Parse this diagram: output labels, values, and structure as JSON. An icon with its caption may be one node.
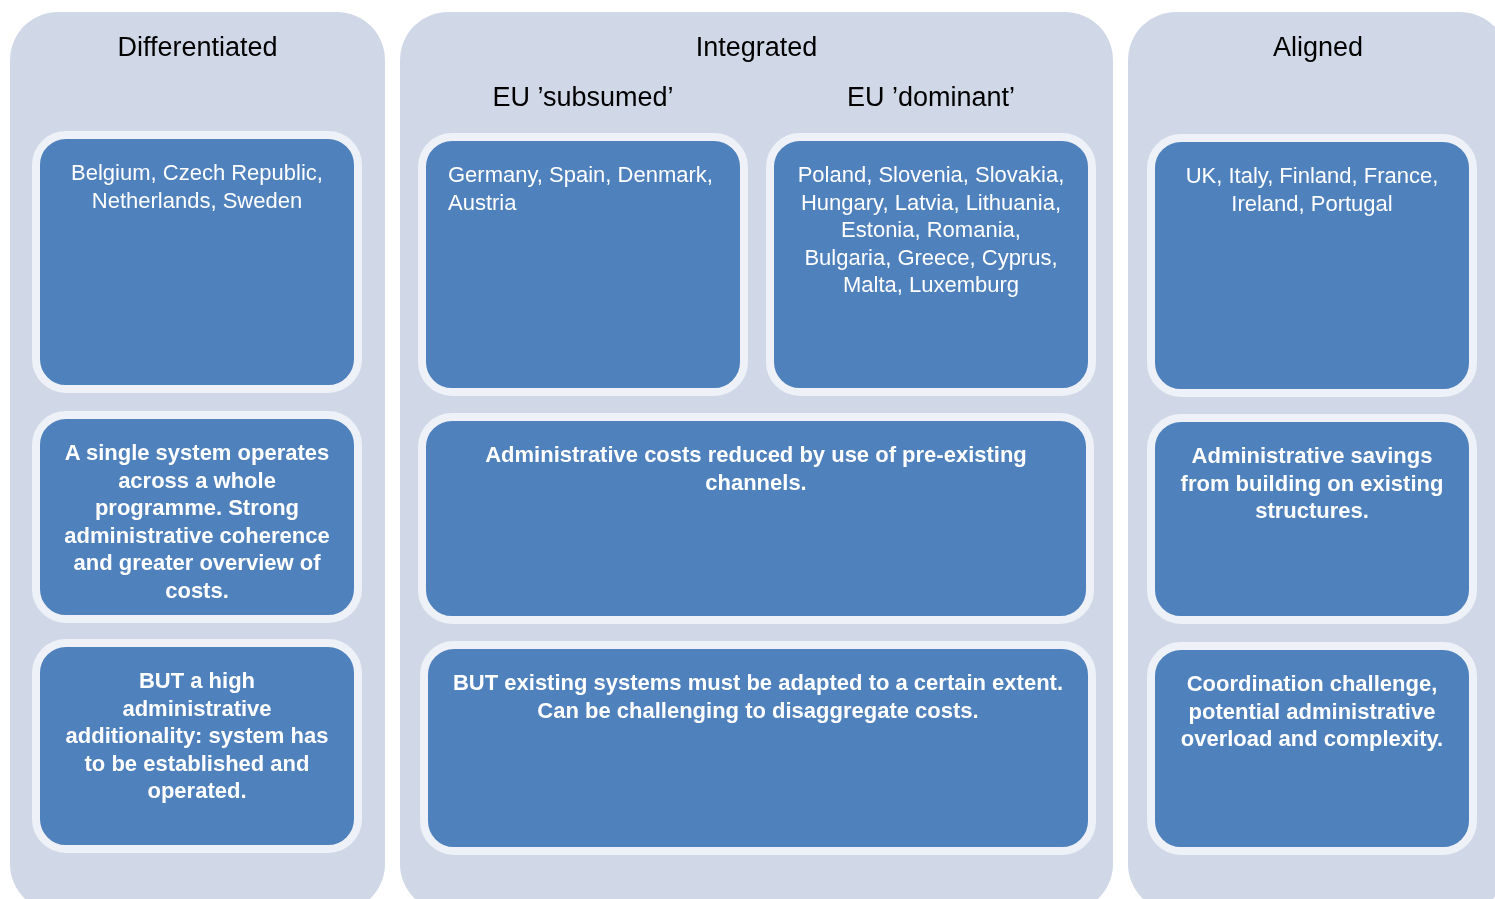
{
  "diagram": {
    "nodes": [
      {
        "text": [
          "Differentiated"
        ]
      },
      {
        "text": [
          "Belgium, Czech Republic, Netherlands, Sweden"
        ],
        "in": 0
      },
      {
        "text": [
          "A single system operates across a whole programme. Strong administrative coherence and greater overview of costs."
        ],
        "in": 0
      },
      {
        "text": [
          "BUT a high administrative additionality: system has to be established and operated."
        ],
        "in": 0
      },
      {
        "text": [
          "Integrated"
        ]
      },
      {
        "text": [
          "EU ’subsumed’",
          "Germany, Spain, Denmark, Austria"
        ],
        "in": 4
      },
      {
        "text": [
          "EU ’dominant’",
          "Poland, Slovenia, Slovakia, Hungary, Latvia, Lithuania, Estonia, Romania, Bulgaria, Greece, Cyprus, Malta, Luxemburg"
        ],
        "in": 4
      },
      {
        "text": [
          "Administrative costs reduced by use of pre-existing channels."
        ],
        "in": 4
      },
      {
        "text": [
          "BUT existing systems must be adapted to a certain extent. Can be challenging to disaggregate costs."
        ],
        "in": 4
      },
      {
        "text": [
          "Aligned"
        ]
      },
      {
        "text": [
          "UK, Italy, Finland, France, Ireland, Portugal"
        ],
        "in": 9
      },
      {
        "text": [
          "Administrative savings from building on existing structures."
        ],
        "in": 9
      },
      {
        "text": [
          "Coordination challenge, potential administrative overload and complexity."
        ],
        "in": 9
      }
    ]
  }
}
